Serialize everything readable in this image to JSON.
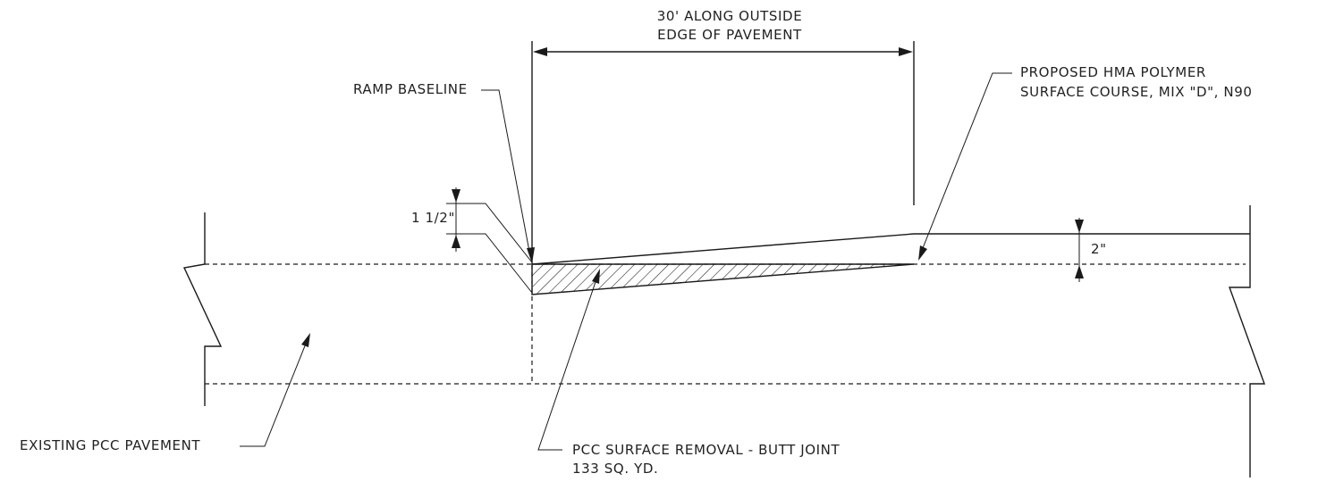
{
  "labels": {
    "dim_top_line1": "30' ALONG OUTSIDE",
    "dim_top_line2": "EDGE OF PAVEMENT",
    "ramp_baseline": "RAMP BASELINE",
    "hma_line1": "PROPOSED HMA POLYMER",
    "hma_line2": "SURFACE COURSE, MIX \"D\", N90",
    "dim_left": "1 1/2\"",
    "dim_right": "2\"",
    "existing_pcc": "EXISTING PCC PAVEMENT",
    "removal_line1": "PCC SURFACE REMOVAL - BUTT JOINT",
    "removal_line2": "133 SQ. YD."
  },
  "colors": {
    "line": "#1a1a1a",
    "text": "#222222",
    "background": "#ffffff"
  }
}
